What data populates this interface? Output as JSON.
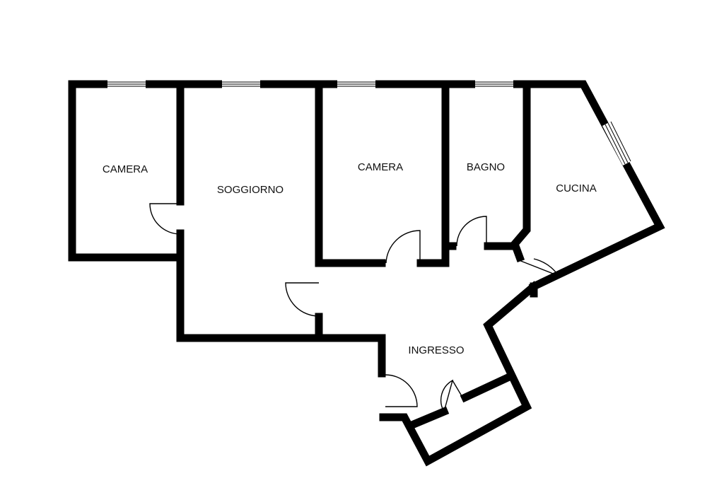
{
  "rooms": {
    "camera_left": "CAMERA",
    "soggiorno": "SOGGIORNO",
    "camera_middle": "CAMERA",
    "bagno": "BAGNO",
    "cucina": "CUCINA",
    "ingresso": "INGRESSO"
  }
}
